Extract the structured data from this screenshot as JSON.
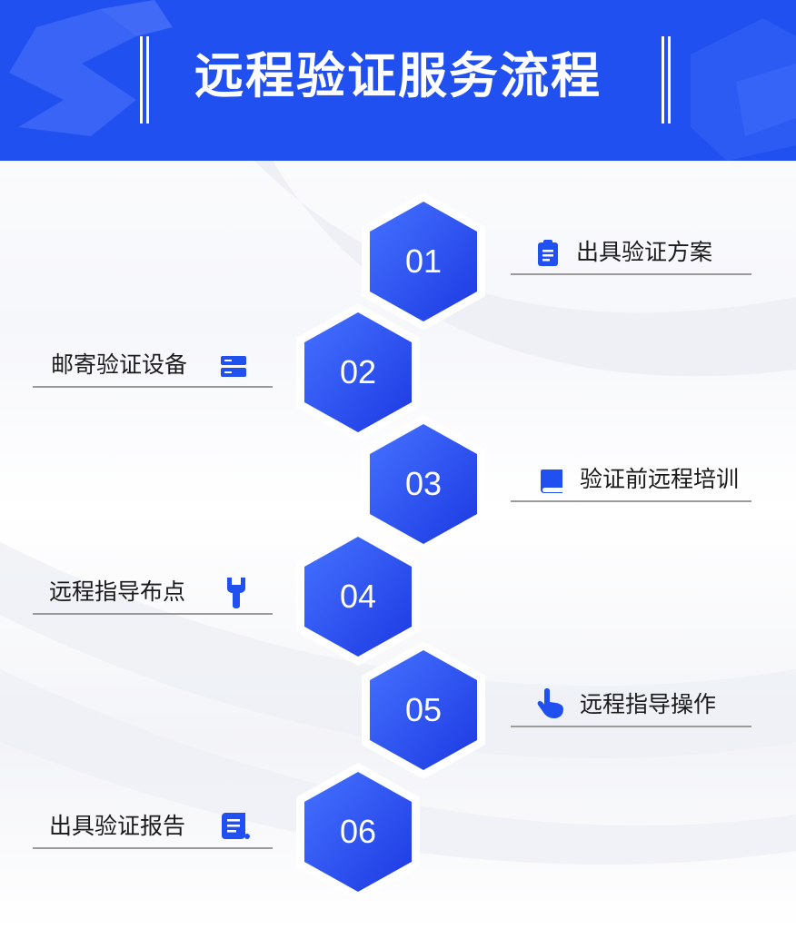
{
  "title": "远程验证服务流程",
  "colors": {
    "header_bg": "#2150f0",
    "hex_start": "#3d6bff",
    "hex_end": "#1f3ee6",
    "icon": "#2150f0",
    "label_text": "#1a1a1a",
    "underline": "#9a9a9a"
  },
  "steps": [
    {
      "num": "01",
      "label": "出具验证方案",
      "icon": "clipboard-icon"
    },
    {
      "num": "02",
      "label": "邮寄验证设备",
      "icon": "server-icon"
    },
    {
      "num": "03",
      "label": "验证前远程培训",
      "icon": "book-icon"
    },
    {
      "num": "04",
      "label": "远程指导布点",
      "icon": "wrench-icon"
    },
    {
      "num": "05",
      "label": "远程指导操作",
      "icon": "pointer-hand-icon"
    },
    {
      "num": "06",
      "label": "出具验证报告",
      "icon": "scroll-icon"
    }
  ]
}
